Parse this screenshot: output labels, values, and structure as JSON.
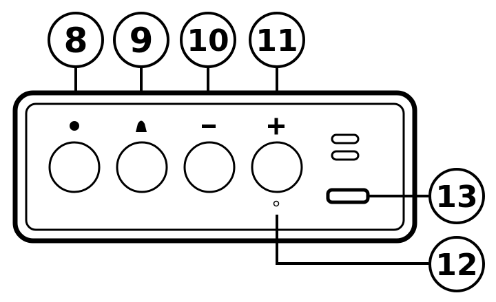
{
  "callouts": [
    {
      "id": "8",
      "label": "8"
    },
    {
      "id": "9",
      "label": "9"
    },
    {
      "id": "10",
      "label": "10"
    },
    {
      "id": "11",
      "label": "11"
    },
    {
      "id": "12",
      "label": "12"
    },
    {
      "id": "13",
      "label": "13"
    }
  ],
  "buttons": [
    {
      "name": "button-8",
      "symbol": "dot-icon"
    },
    {
      "name": "button-9",
      "symbol": "bell-icon"
    },
    {
      "name": "button-10",
      "symbol": "minus-icon",
      "glyph": "−"
    },
    {
      "name": "button-11",
      "symbol": "plus-icon",
      "glyph": "+"
    }
  ],
  "colors": {
    "line": "#000000",
    "background": "#ffffff"
  }
}
